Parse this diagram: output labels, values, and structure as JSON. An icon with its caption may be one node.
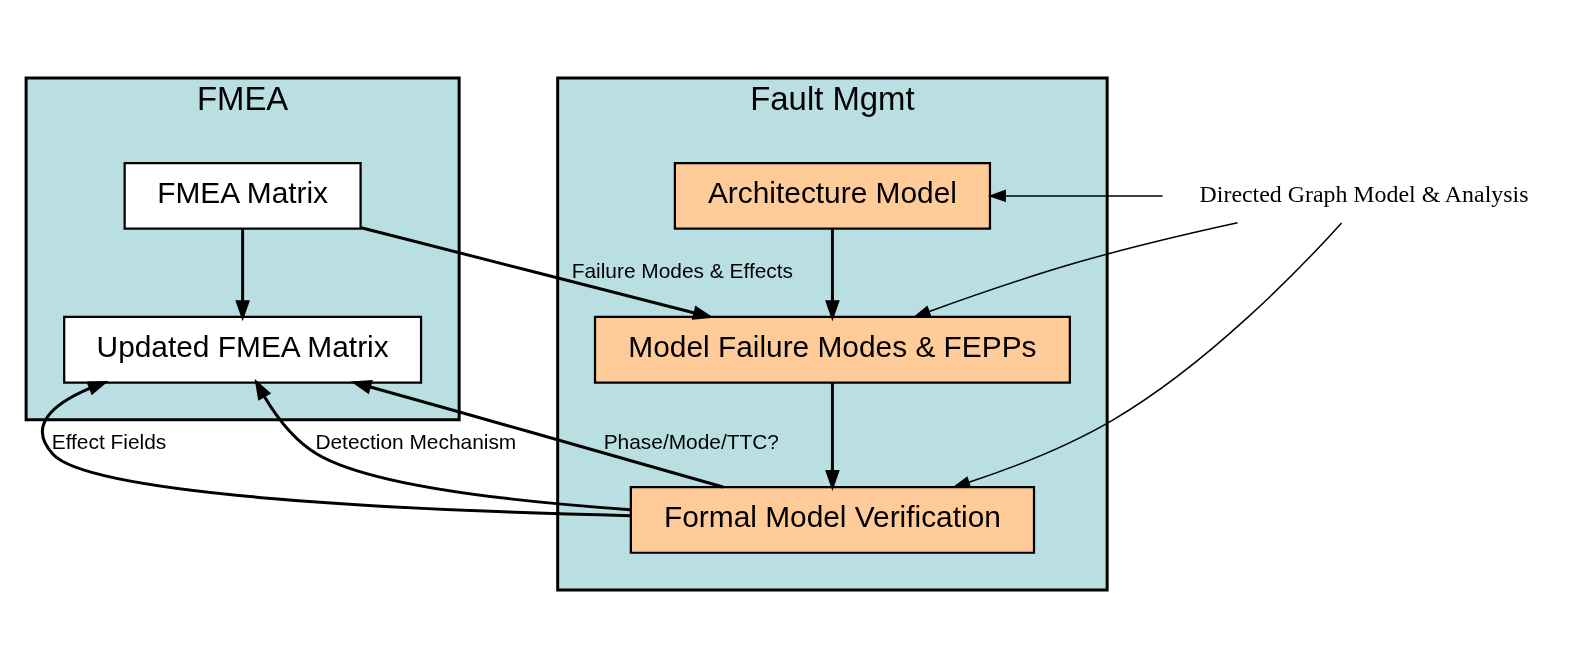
{
  "diagram": {
    "nodes": [
      {
        "text": [
          "FMEA"
        ]
      },
      {
        "text": [
          "FMEA Matrix"
        ],
        "in": 0
      },
      {
        "text": [
          "Updated FMEA Matrix"
        ],
        "in": 0
      },
      {
        "text": [
          "Fault Mgmt"
        ]
      },
      {
        "text": [
          "Architecture Model"
        ],
        "in": 3
      },
      {
        "text": [
          "Model Failure Modes & FEPPs"
        ],
        "in": 3
      },
      {
        "text": [
          "Formal Model Verification"
        ],
        "in": 3
      },
      {
        "text": [
          "Directed Graph Model & Analysis"
        ]
      }
    ],
    "edges": [
      {
        "from": 1,
        "to": 2,
        "arrow": "to"
      },
      {
        "from": 1,
        "to": 5,
        "arrow": "to",
        "label": "Failure Modes & Effects"
      },
      {
        "from": 4,
        "to": 5,
        "arrow": "to"
      },
      {
        "from": 5,
        "to": 6,
        "arrow": "to"
      },
      {
        "from": 6,
        "to": 2,
        "arrow": "to",
        "label": "Effect Fields"
      },
      {
        "from": 6,
        "to": 2,
        "arrow": "to",
        "label": "Detection Mechanism"
      },
      {
        "from": 6,
        "to": 2,
        "arrow": "to",
        "label": "Phase/Mode/TTC?"
      },
      {
        "from": 7,
        "to": 4,
        "arrow": "to"
      },
      {
        "from": 7,
        "to": 5,
        "arrow": "to"
      },
      {
        "from": 7,
        "to": 6,
        "arrow": "to"
      }
    ]
  }
}
